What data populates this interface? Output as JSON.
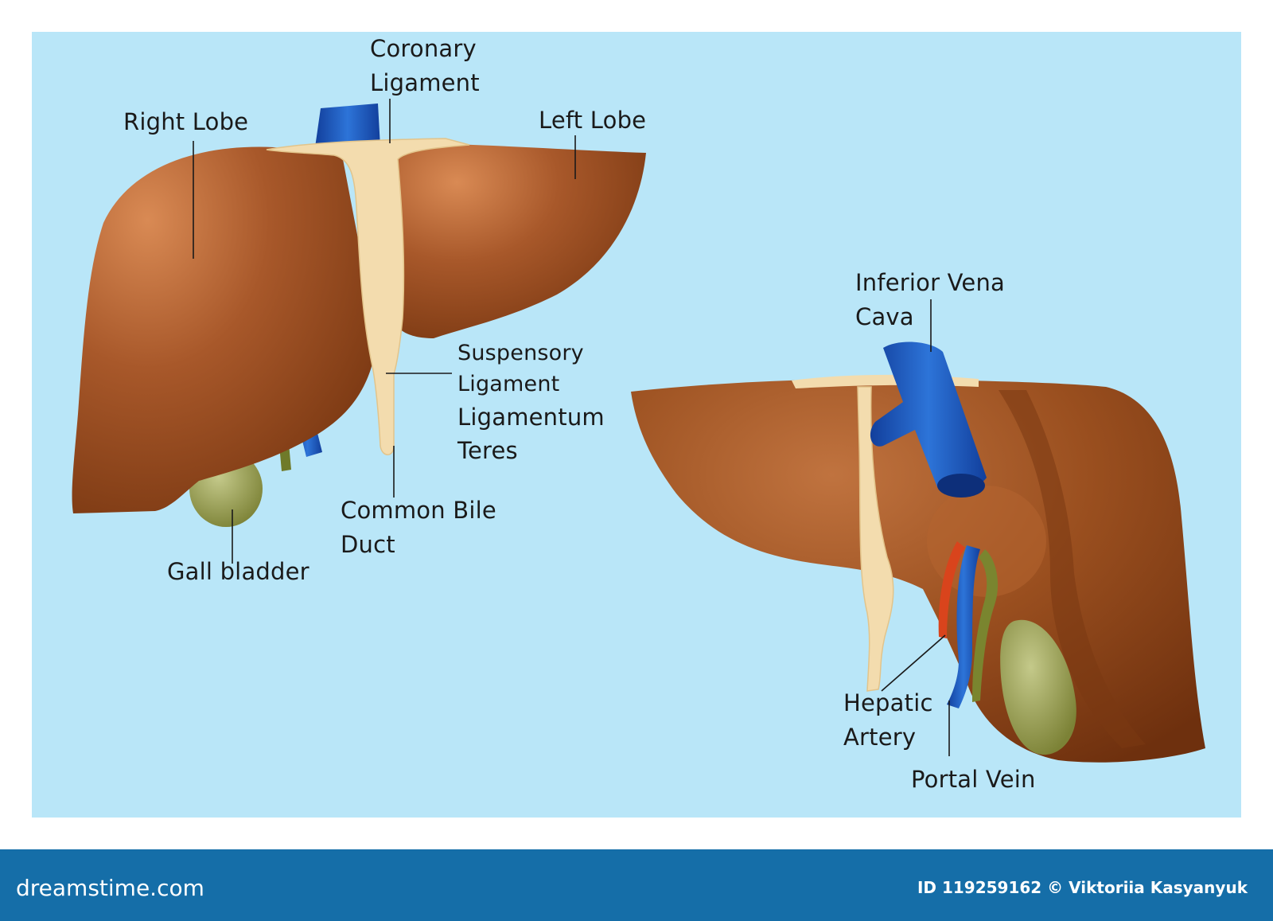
{
  "labels": {
    "coronary_ligament_line1": "Coronary",
    "coronary_ligament_line2": "Ligament",
    "right_lobe": "Right Lobe",
    "left_lobe": "Left Lobe",
    "suspensory_ligament_line1": "Suspensory",
    "suspensory_ligament_line2": "Ligament",
    "ligamentum_teres_line1": "Ligamentum",
    "ligamentum_teres_line2": "Teres",
    "common_bile_duct_line1": "Common Bile",
    "common_bile_duct_line2": "Duct",
    "gall_bladder": "Gall bladder",
    "inferior_vena_cava_line1": "Inferior Vena",
    "inferior_vena_cava_line2": "Cava",
    "hepatic_artery_line1": "Hepatic",
    "hepatic_artery_line2": "Artery",
    "portal_vein": "Portal Vein"
  },
  "footer": {
    "brand": "dreamstime.com",
    "credit": "ID 119259162 © Viktoriia  Kasyanyuk"
  },
  "colors": {
    "background": "#b9e6f8",
    "liver": "#9a4f1f",
    "ligament": "#f3dcae",
    "vein": "#1f5fc4",
    "artery": "#d9441c",
    "gallbladder": "#8f9a4a",
    "footer": "#156ea8"
  }
}
